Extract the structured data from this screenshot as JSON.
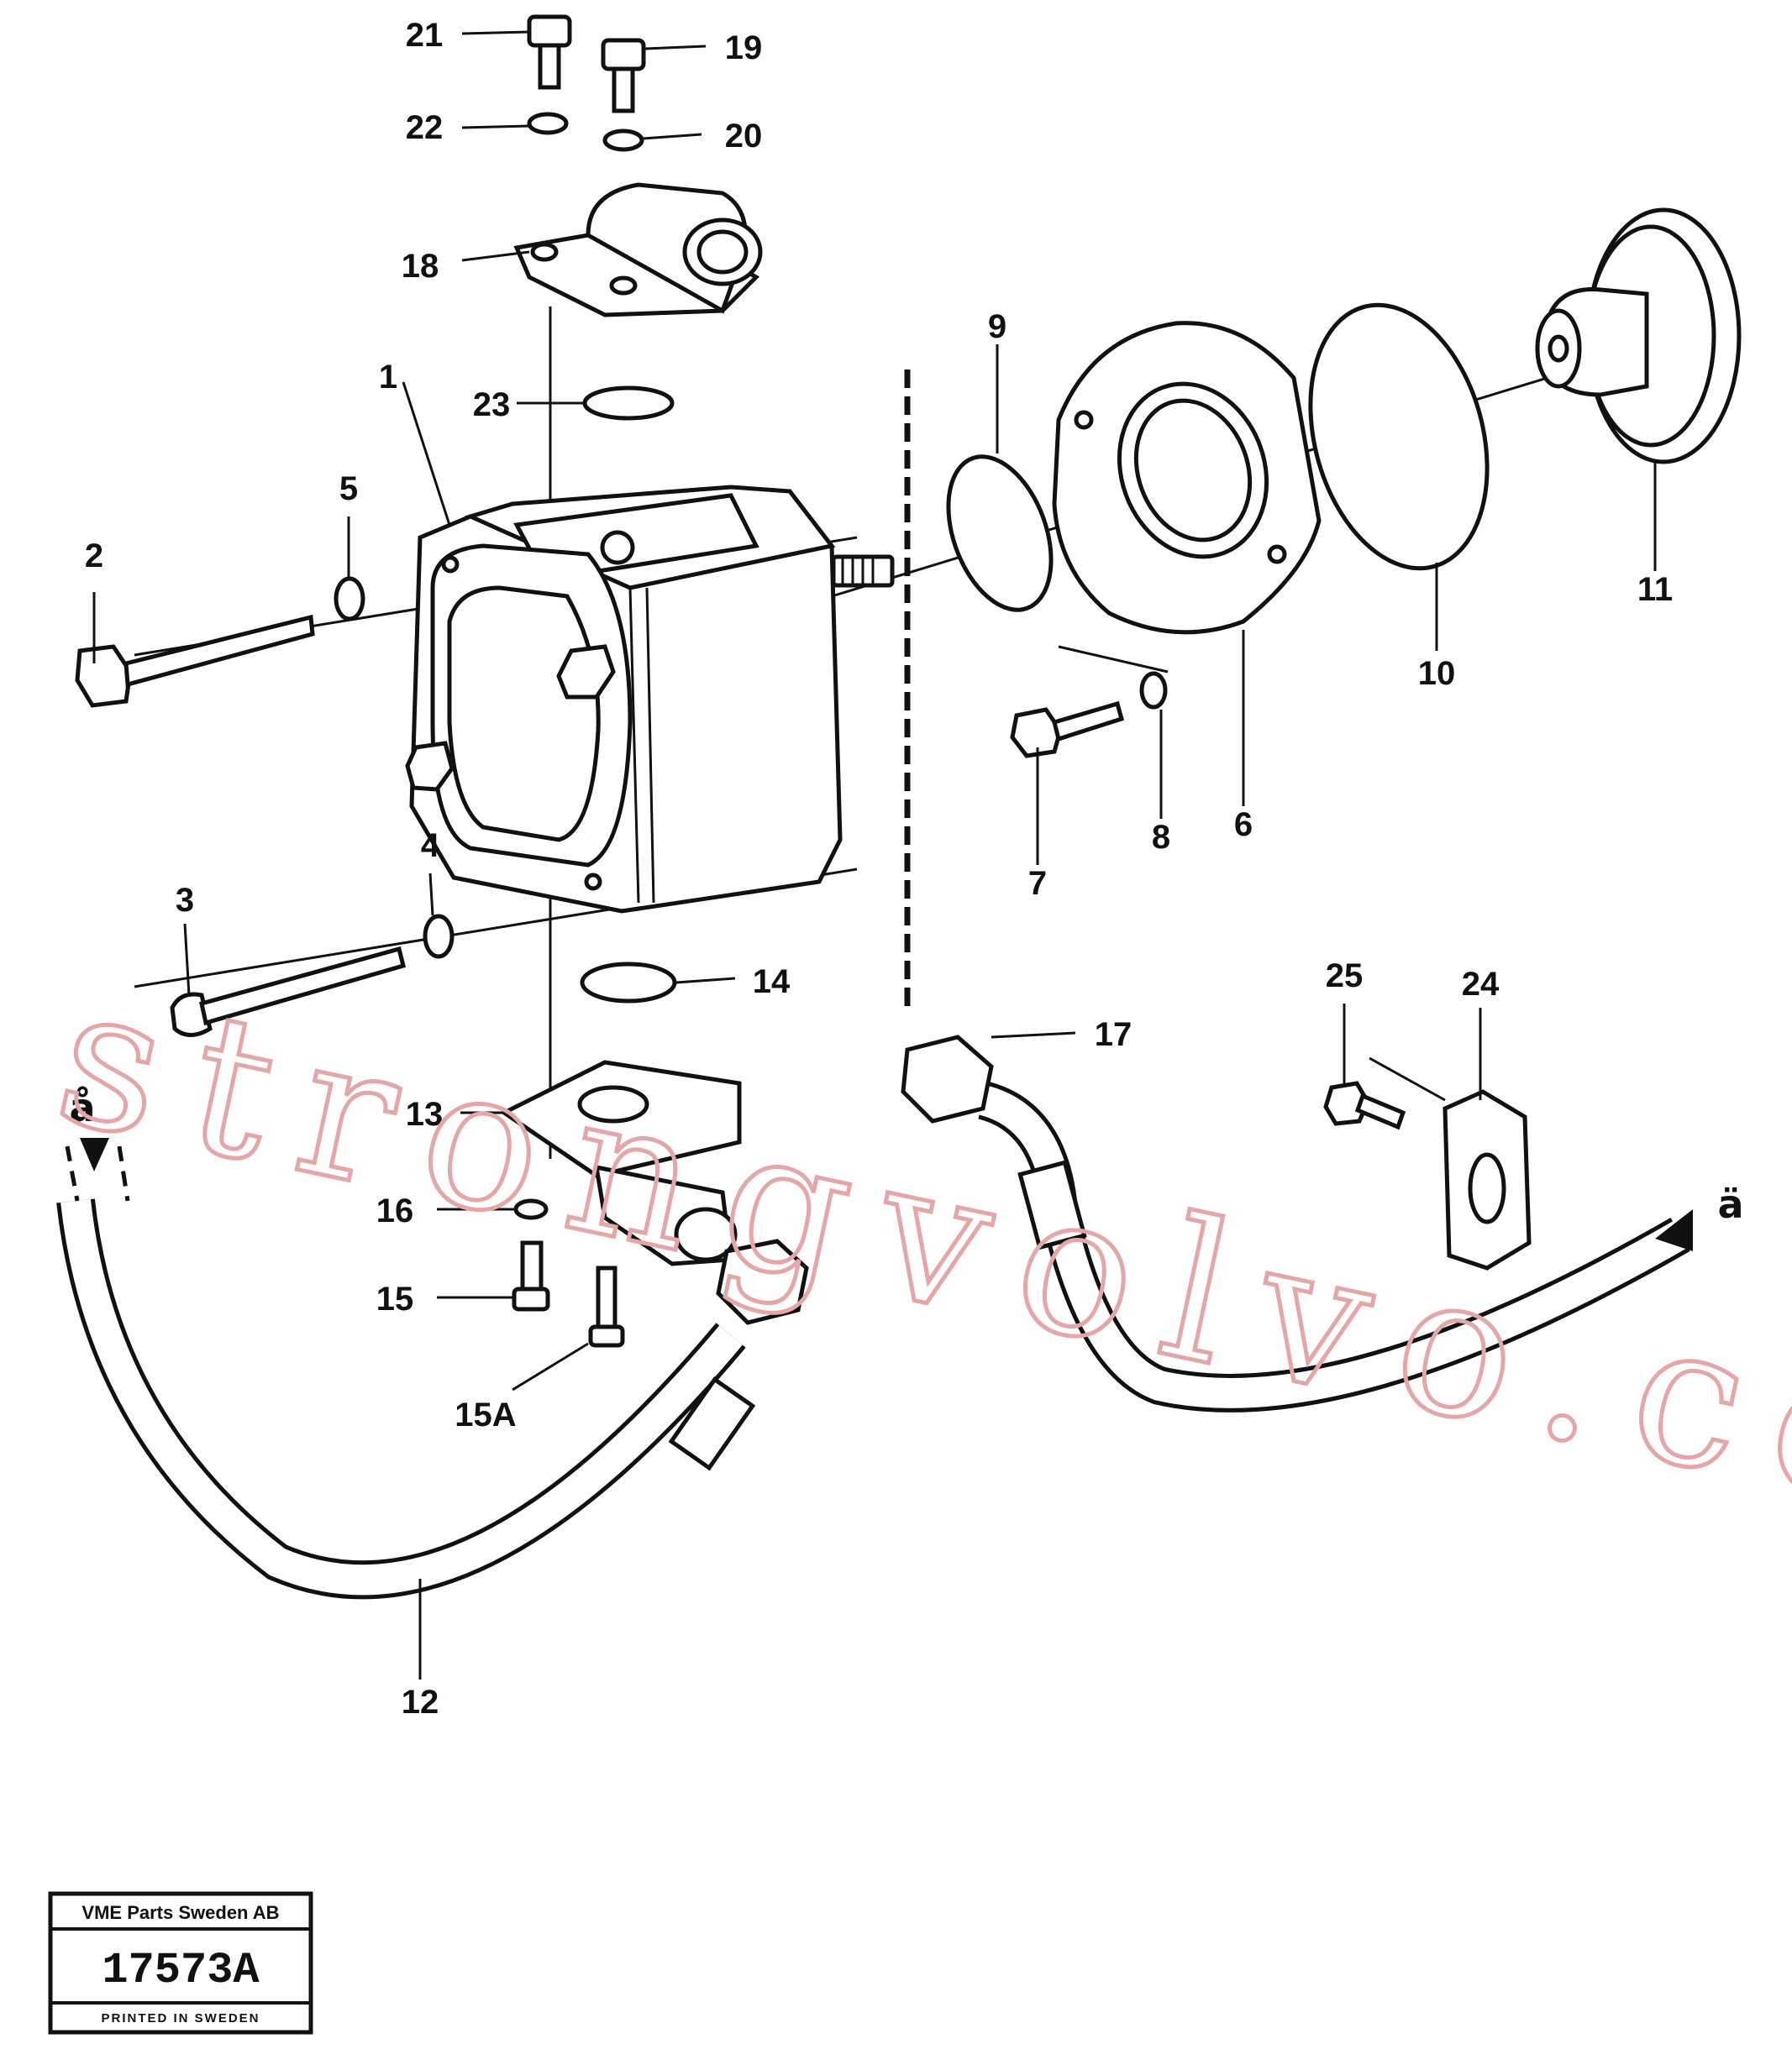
{
  "callouts": [
    {
      "text": "1"
    },
    {
      "text": "2"
    },
    {
      "text": "3"
    },
    {
      "text": "4"
    },
    {
      "text": "5"
    },
    {
      "text": "6"
    },
    {
      "text": "7"
    },
    {
      "text": "8"
    },
    {
      "text": "9"
    },
    {
      "text": "10"
    },
    {
      "text": "11"
    },
    {
      "text": "12"
    },
    {
      "text": "13"
    },
    {
      "text": "14"
    },
    {
      "text": "15"
    },
    {
      "text": "15A"
    },
    {
      "text": "16"
    },
    {
      "text": "17"
    },
    {
      "text": "18"
    },
    {
      "text": "19"
    },
    {
      "text": "20"
    },
    {
      "text": "21"
    },
    {
      "text": "22"
    },
    {
      "text": "23"
    },
    {
      "text": "24"
    },
    {
      "text": "25"
    }
  ],
  "flow_arrows": {
    "left": "å",
    "right": "ä"
  },
  "watermark": "strongvolvo.com",
  "stamp": {
    "company": "VME Parts Sweden AB",
    "number": "17573A",
    "printed": "PRINTED IN SWEDEN"
  },
  "colors": {
    "line": "#111111",
    "watermark": "#e4a6a6",
    "background": "#ffffff"
  }
}
